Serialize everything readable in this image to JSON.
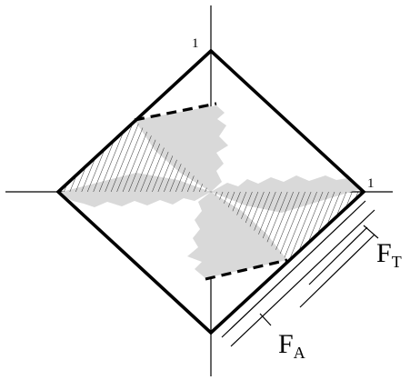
{
  "labels": {
    "axis_tick_y": "1",
    "axis_tick_x": "1",
    "face_t_main": "F",
    "face_t_sub": "T",
    "face_a_main": "F",
    "face_a_sub": "A"
  },
  "colors": {
    "stroke": "#000000",
    "gray_region": "#d9d9d9",
    "hatch": "#000000",
    "background": "#ffffff"
  }
}
